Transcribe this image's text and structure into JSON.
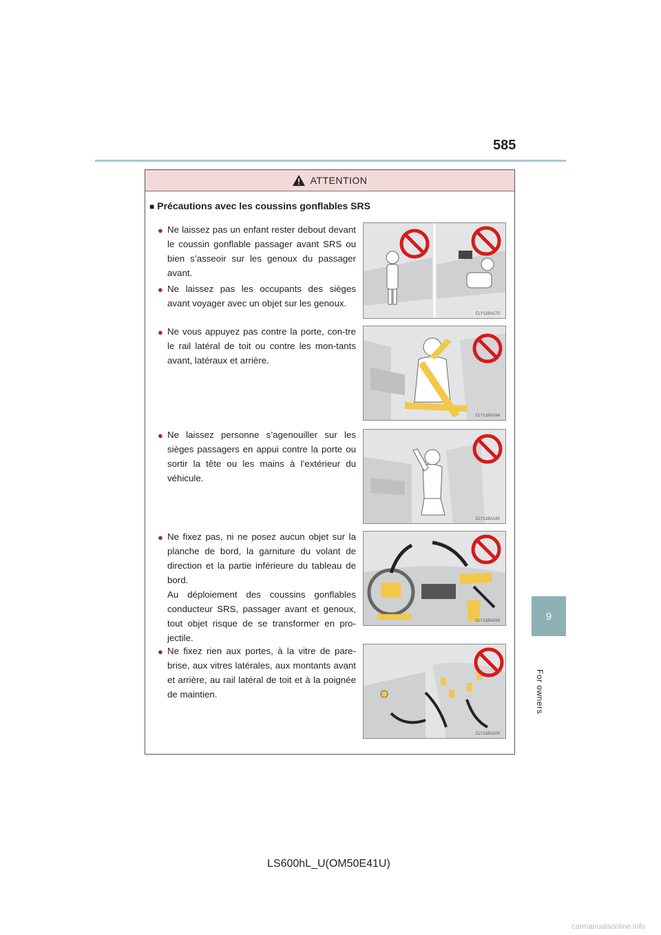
{
  "page_number": "585",
  "chapter": {
    "number": "9",
    "label": "For owners"
  },
  "box": {
    "header": "ATTENTION",
    "subtitle_marker": "■",
    "subtitle": "Précautions avec les coussins gonflables SRS",
    "bullet": "●",
    "items": [
      "Ne laissez pas un enfant rester debout devant le coussin gonflable passager avant SRS ou bien s’asseoir sur les genoux du passager avant.",
      "Ne laissez pas les occupants des sièges avant voyager avec un objet sur les genoux.",
      "Ne vous appuyez pas contre la porte, con-tre le rail latéral de toit ou contre les mon-tants avant, latéraux et arrière.",
      "Ne laissez personne s’agenouiller sur les sièges passagers en appui contre la porte ou sortir la tête ou les mains à l’extérieur du véhicule.",
      "Ne fixez pas, ni ne posez aucun objet sur la planche de bord, la garniture du volant de direction et la partie inférieure du tableau de bord.",
      "Au déploiement des coussins gonflables conducteur SRS, passager avant et genoux, tout objet risque de se transformer en pro-jectile.",
      "Ne fixez rien aux portes, à la vitre de pare-brise, aux vitres latérales, aux montants avant et arrière, au rail latéral de toit et à la poignée de maintien."
    ],
    "figures": [
      "CLY11BA175",
      "CLY11BA164",
      "CLY11BA165",
      "CLY11BA099",
      "CLY11BA100"
    ]
  },
  "footer": "LS600hL_U(OM50E41U)",
  "watermark": "carmanualsonline.info",
  "colors": {
    "accent_rule": "#a9c7d1",
    "chapter_tab": "#8fb0b4",
    "header_bg": "#f3dada",
    "prohibition_red": "#d7191c",
    "airbag_yellow": "#f2c84b"
  }
}
